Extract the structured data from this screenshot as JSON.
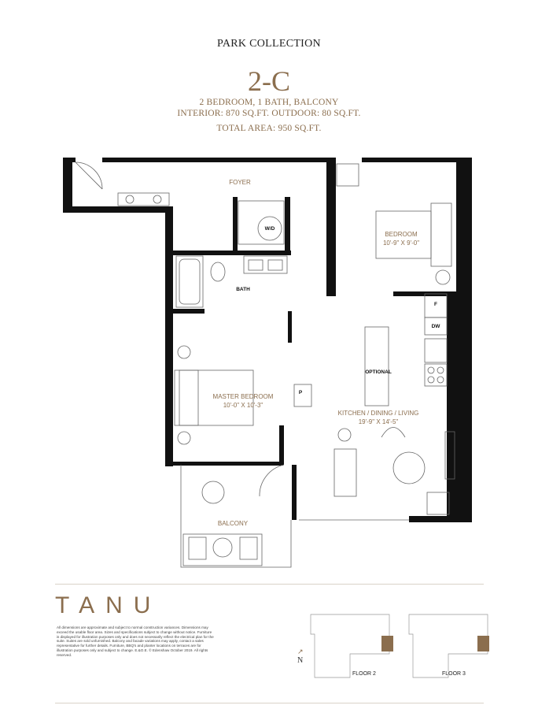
{
  "header": {
    "collection": "PARK COLLECTION",
    "unit": "2-C",
    "summary": "2 BEDROOM, 1 BATH, BALCONY",
    "areas": "INTERIOR: 870 SQ.FT. OUTDOOR: 80 SQ.FT.",
    "total": "TOTAL AREA: 950 SQ.FT."
  },
  "rooms": {
    "foyer": "FOYER",
    "wd": "W/D",
    "bath": "BATH",
    "bedroom": "BEDROOM",
    "bedroom_dim": "10'-9\" X 9'-0\"",
    "master": "MASTER BEDROOM",
    "master_dim": "10'-0\" X 10'-3\"",
    "kitchen": "KITCHEN / DINING / LIVING",
    "kitchen_dim": "19'-9\" X 14'-5\"",
    "optional": "OPTIONAL",
    "balcony": "BALCONY",
    "fridge": "F",
    "dishwasher": "DW",
    "pantry": "P"
  },
  "footer": {
    "logo": "TANU",
    "disclaimer": "All dimensions are approximate and subject to normal construction variances. Dimensions may exceed the usable floor area. Sizes and specifications subject to change without notice. Furniture is displayed for illustration purposes only and does not necessarily reflect the electrical plan for the suite. Suites are sold unfurnished. Balcony and facade variations may apply, contact a sales representative for further details. Furniture, BBQ's and planter locations on terraces are for illustration purposes only and subject to change. E.&O.E. © Edenshaw October 2019. All rights reserved.",
    "north": "N",
    "floor2": "FLOOR 2",
    "floor3": "FLOOR 3",
    "highlight_color": "#8b6e4e"
  }
}
